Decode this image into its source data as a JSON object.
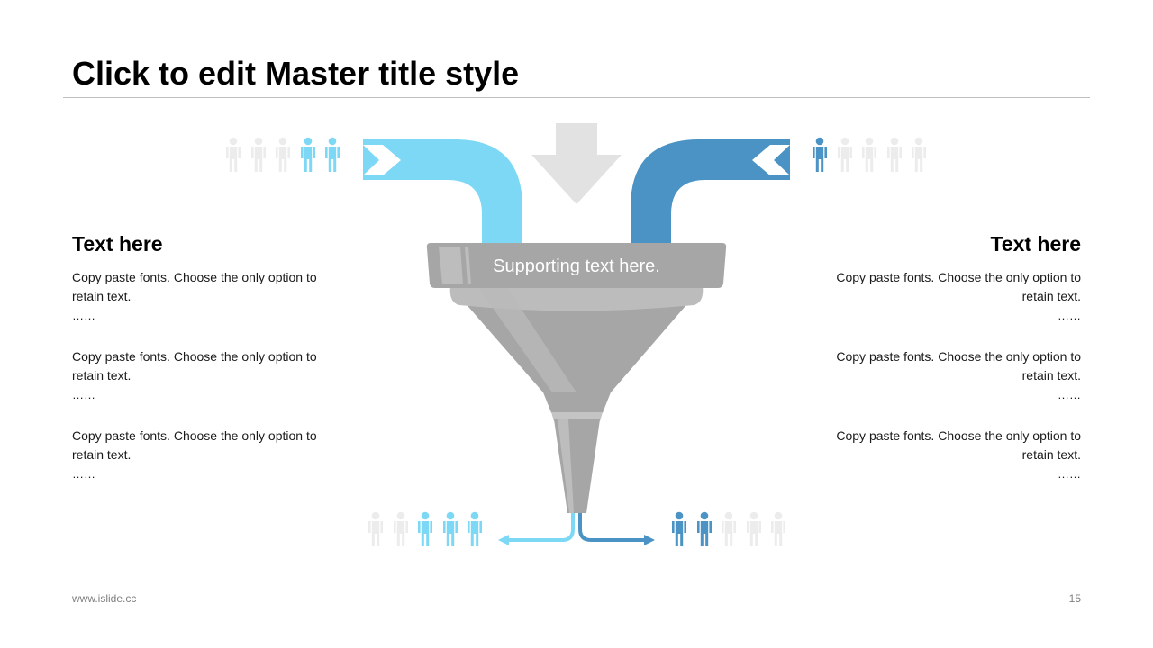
{
  "title": "Click to edit Master title style",
  "funnel": {
    "supporting_text": "Supporting text here."
  },
  "left_panel": {
    "heading": "Text here",
    "paragraphs": [
      {
        "text": "Copy paste fonts. Choose the only option to retain text.",
        "dots": "……"
      },
      {
        "text": "Copy paste fonts. Choose the only option to retain text.",
        "dots": "……"
      },
      {
        "text": "Copy paste fonts. Choose the only option to retain text.",
        "dots": "……"
      }
    ]
  },
  "right_panel": {
    "heading": "Text here",
    "paragraphs": [
      {
        "text": "Copy paste fonts. Choose the only option to retain text.",
        "dots": "……"
      },
      {
        "text": "Copy paste fonts. Choose the only option to retain text.",
        "dots": "……"
      },
      {
        "text": "Copy paste fonts. Choose the only option to retain text.",
        "dots": "……"
      }
    ]
  },
  "people_groups": {
    "top_left": [
      "grey",
      "grey",
      "grey",
      "light-blue",
      "light-blue"
    ],
    "top_right": [
      "dark-blue",
      "grey",
      "grey",
      "grey",
      "grey"
    ],
    "bottom_left": [
      "grey",
      "grey",
      "light-blue",
      "light-blue",
      "light-blue"
    ],
    "bottom_right": [
      "dark-blue",
      "dark-blue",
      "grey",
      "grey",
      "grey"
    ]
  },
  "colors": {
    "light_blue": "#7dd8f5",
    "dark_blue": "#4a93c4",
    "funnel_grey": "#a6a6a6",
    "person_grey": "#ececec",
    "arrow_grey": "#e2e2e2"
  },
  "footer": {
    "url": "www.islide.cc",
    "page": "15"
  }
}
